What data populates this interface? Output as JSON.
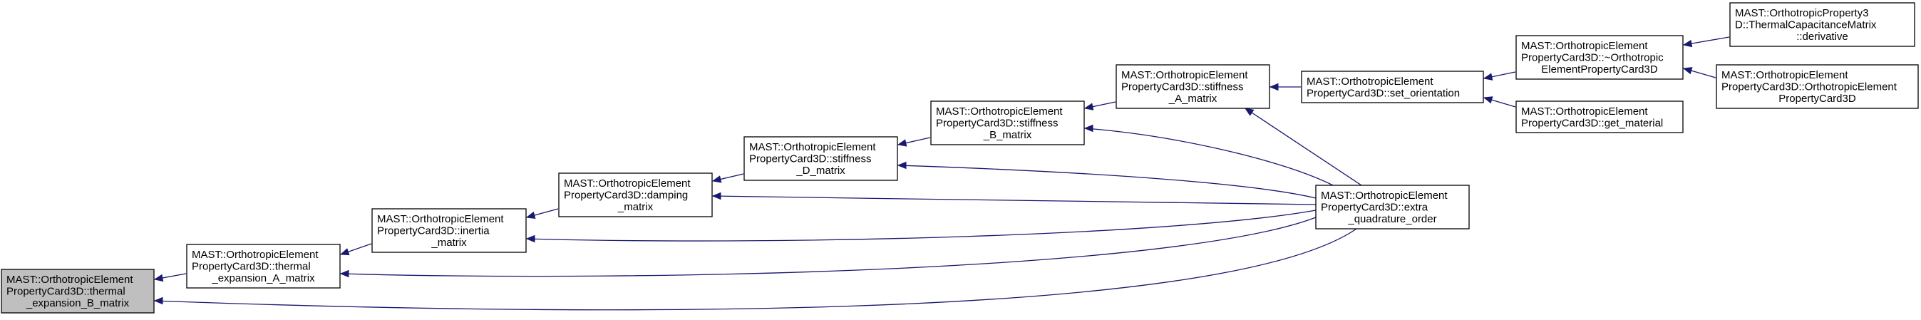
{
  "graph": {
    "nodes": [
      {
        "id": "n0",
        "root": true,
        "lines": [
          "MAST::OrthotropicElement",
          "PropertyCard3D::thermal",
          "_expansion_B_matrix"
        ]
      },
      {
        "id": "n1",
        "lines": [
          "MAST::OrthotropicElement",
          "PropertyCard3D::thermal",
          "_expansion_A_matrix"
        ]
      },
      {
        "id": "n2",
        "lines": [
          "MAST::OrthotropicElement",
          "PropertyCard3D::inertia",
          "_matrix"
        ]
      },
      {
        "id": "n3",
        "lines": [
          "MAST::OrthotropicElement",
          "PropertyCard3D::damping",
          "_matrix"
        ]
      },
      {
        "id": "n4",
        "lines": [
          "MAST::OrthotropicElement",
          "PropertyCard3D::stiffness",
          "_D_matrix"
        ]
      },
      {
        "id": "n5",
        "lines": [
          "MAST::OrthotropicElement",
          "PropertyCard3D::stiffness",
          "_B_matrix"
        ]
      },
      {
        "id": "n6",
        "lines": [
          "MAST::OrthotropicElement",
          "PropertyCard3D::stiffness",
          "_A_matrix"
        ]
      },
      {
        "id": "n7",
        "lines": [
          "MAST::OrthotropicElement",
          "PropertyCard3D::set_orientation"
        ]
      },
      {
        "id": "n8",
        "lines": [
          "MAST::OrthotropicElement",
          "PropertyCard3D::extra",
          "_quadrature_order"
        ]
      },
      {
        "id": "n9",
        "lines": [
          "MAST::OrthotropicElement",
          "PropertyCard3D::~Orthotropic",
          "ElementPropertyCard3D"
        ]
      },
      {
        "id": "n10",
        "lines": [
          "MAST::OrthotropicElement",
          "PropertyCard3D::get_material"
        ]
      },
      {
        "id": "n11",
        "lines": [
          "MAST::OrthotropicProperty3",
          "D::ThermalCapacitanceMatrix",
          "::derivative"
        ]
      },
      {
        "id": "n12",
        "lines": [
          "MAST::OrthotropicElement",
          "PropertyCard3D::OrthotropicElement",
          "PropertyCard3D"
        ]
      }
    ],
    "edges": [
      {
        "from": "n0",
        "to": "n1"
      },
      {
        "from": "n0",
        "to": "n8"
      },
      {
        "from": "n1",
        "to": "n2"
      },
      {
        "from": "n1",
        "to": "n8"
      },
      {
        "from": "n2",
        "to": "n3"
      },
      {
        "from": "n2",
        "to": "n8"
      },
      {
        "from": "n3",
        "to": "n4"
      },
      {
        "from": "n3",
        "to": "n8"
      },
      {
        "from": "n4",
        "to": "n5"
      },
      {
        "from": "n4",
        "to": "n8"
      },
      {
        "from": "n5",
        "to": "n6"
      },
      {
        "from": "n5",
        "to": "n8"
      },
      {
        "from": "n6",
        "to": "n7"
      },
      {
        "from": "n6",
        "to": "n8"
      },
      {
        "from": "n7",
        "to": "n9"
      },
      {
        "from": "n7",
        "to": "n10"
      },
      {
        "from": "n9",
        "to": "n11"
      },
      {
        "from": "n9",
        "to": "n12"
      }
    ],
    "colors": {
      "edge": "#191970",
      "root_fill": "#bfbfbf",
      "node_fill": "#ffffff",
      "border": "#000000"
    }
  }
}
